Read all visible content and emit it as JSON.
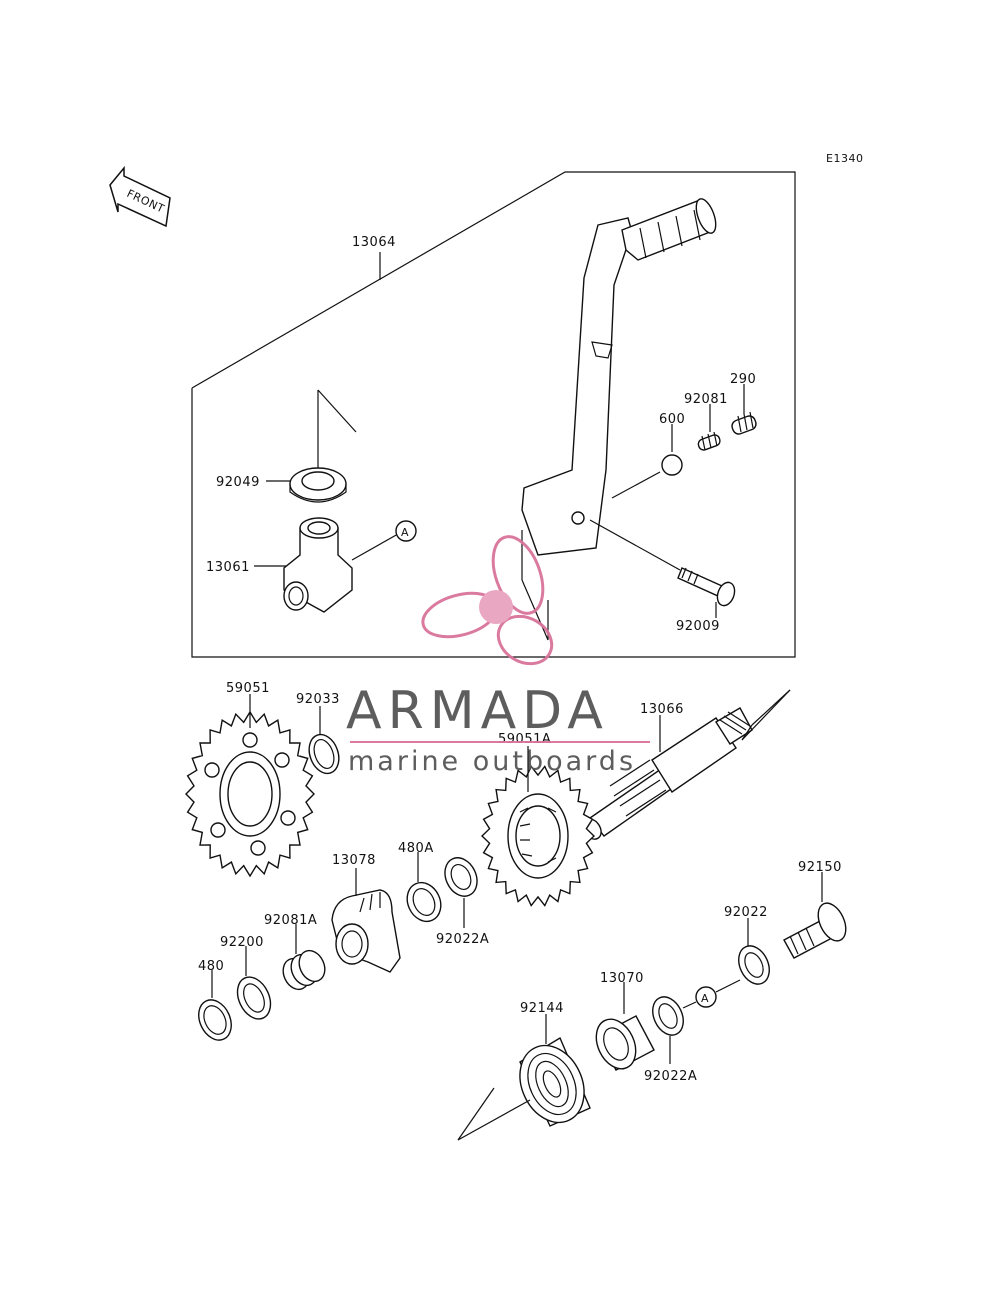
{
  "diagram_code": "E1340",
  "front_label": "FRONT",
  "watermark": {
    "brand": "ARMADA",
    "tagline": "marine outboards",
    "accent_color": "#d9739a"
  },
  "callouts": {
    "p13064": "13064",
    "p92049": "92049",
    "p13061": "13061",
    "p290": "290",
    "p92081": "92081",
    "p600": "600",
    "p92009": "92009",
    "p59051": "59051",
    "p92033": "92033",
    "p13066": "13066",
    "p59051A": "59051A",
    "p13078": "13078",
    "p480A": "480A",
    "p92081A": "92081A",
    "p92200": "92200",
    "p480": "480",
    "p92022A_top": "92022A",
    "p92150": "92150",
    "p92022": "92022",
    "p13070": "13070",
    "p92144": "92144",
    "p92022A_bottom": "92022A"
  },
  "refs": {
    "a_top": "A",
    "a_bottom": "A"
  }
}
